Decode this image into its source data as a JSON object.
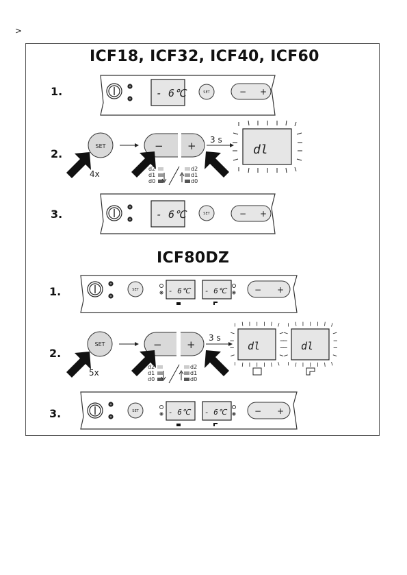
{
  "marker": ">",
  "section1": {
    "title": "ICF18, ICF32, ICF40, ICF60",
    "steps": [
      "1.",
      "2.",
      "3."
    ],
    "display_value": "- 6℃",
    "blink_display": "dl",
    "set_label": "SET",
    "minus_label": "−",
    "plus_label": "+",
    "press_count": "4x",
    "hold_time": "3 s",
    "levels": [
      "d2",
      "d1",
      "d0"
    ]
  },
  "section2": {
    "title": "ICF80DZ",
    "steps": [
      "1.",
      "2.",
      "3."
    ],
    "display_value": "- 6℃",
    "blink_display": "dl",
    "set_label": "SET",
    "minus_label": "−",
    "plus_label": "+",
    "press_count": "5x",
    "hold_time": "3 s",
    "levels": [
      "d2",
      "d1",
      "d0"
    ]
  }
}
